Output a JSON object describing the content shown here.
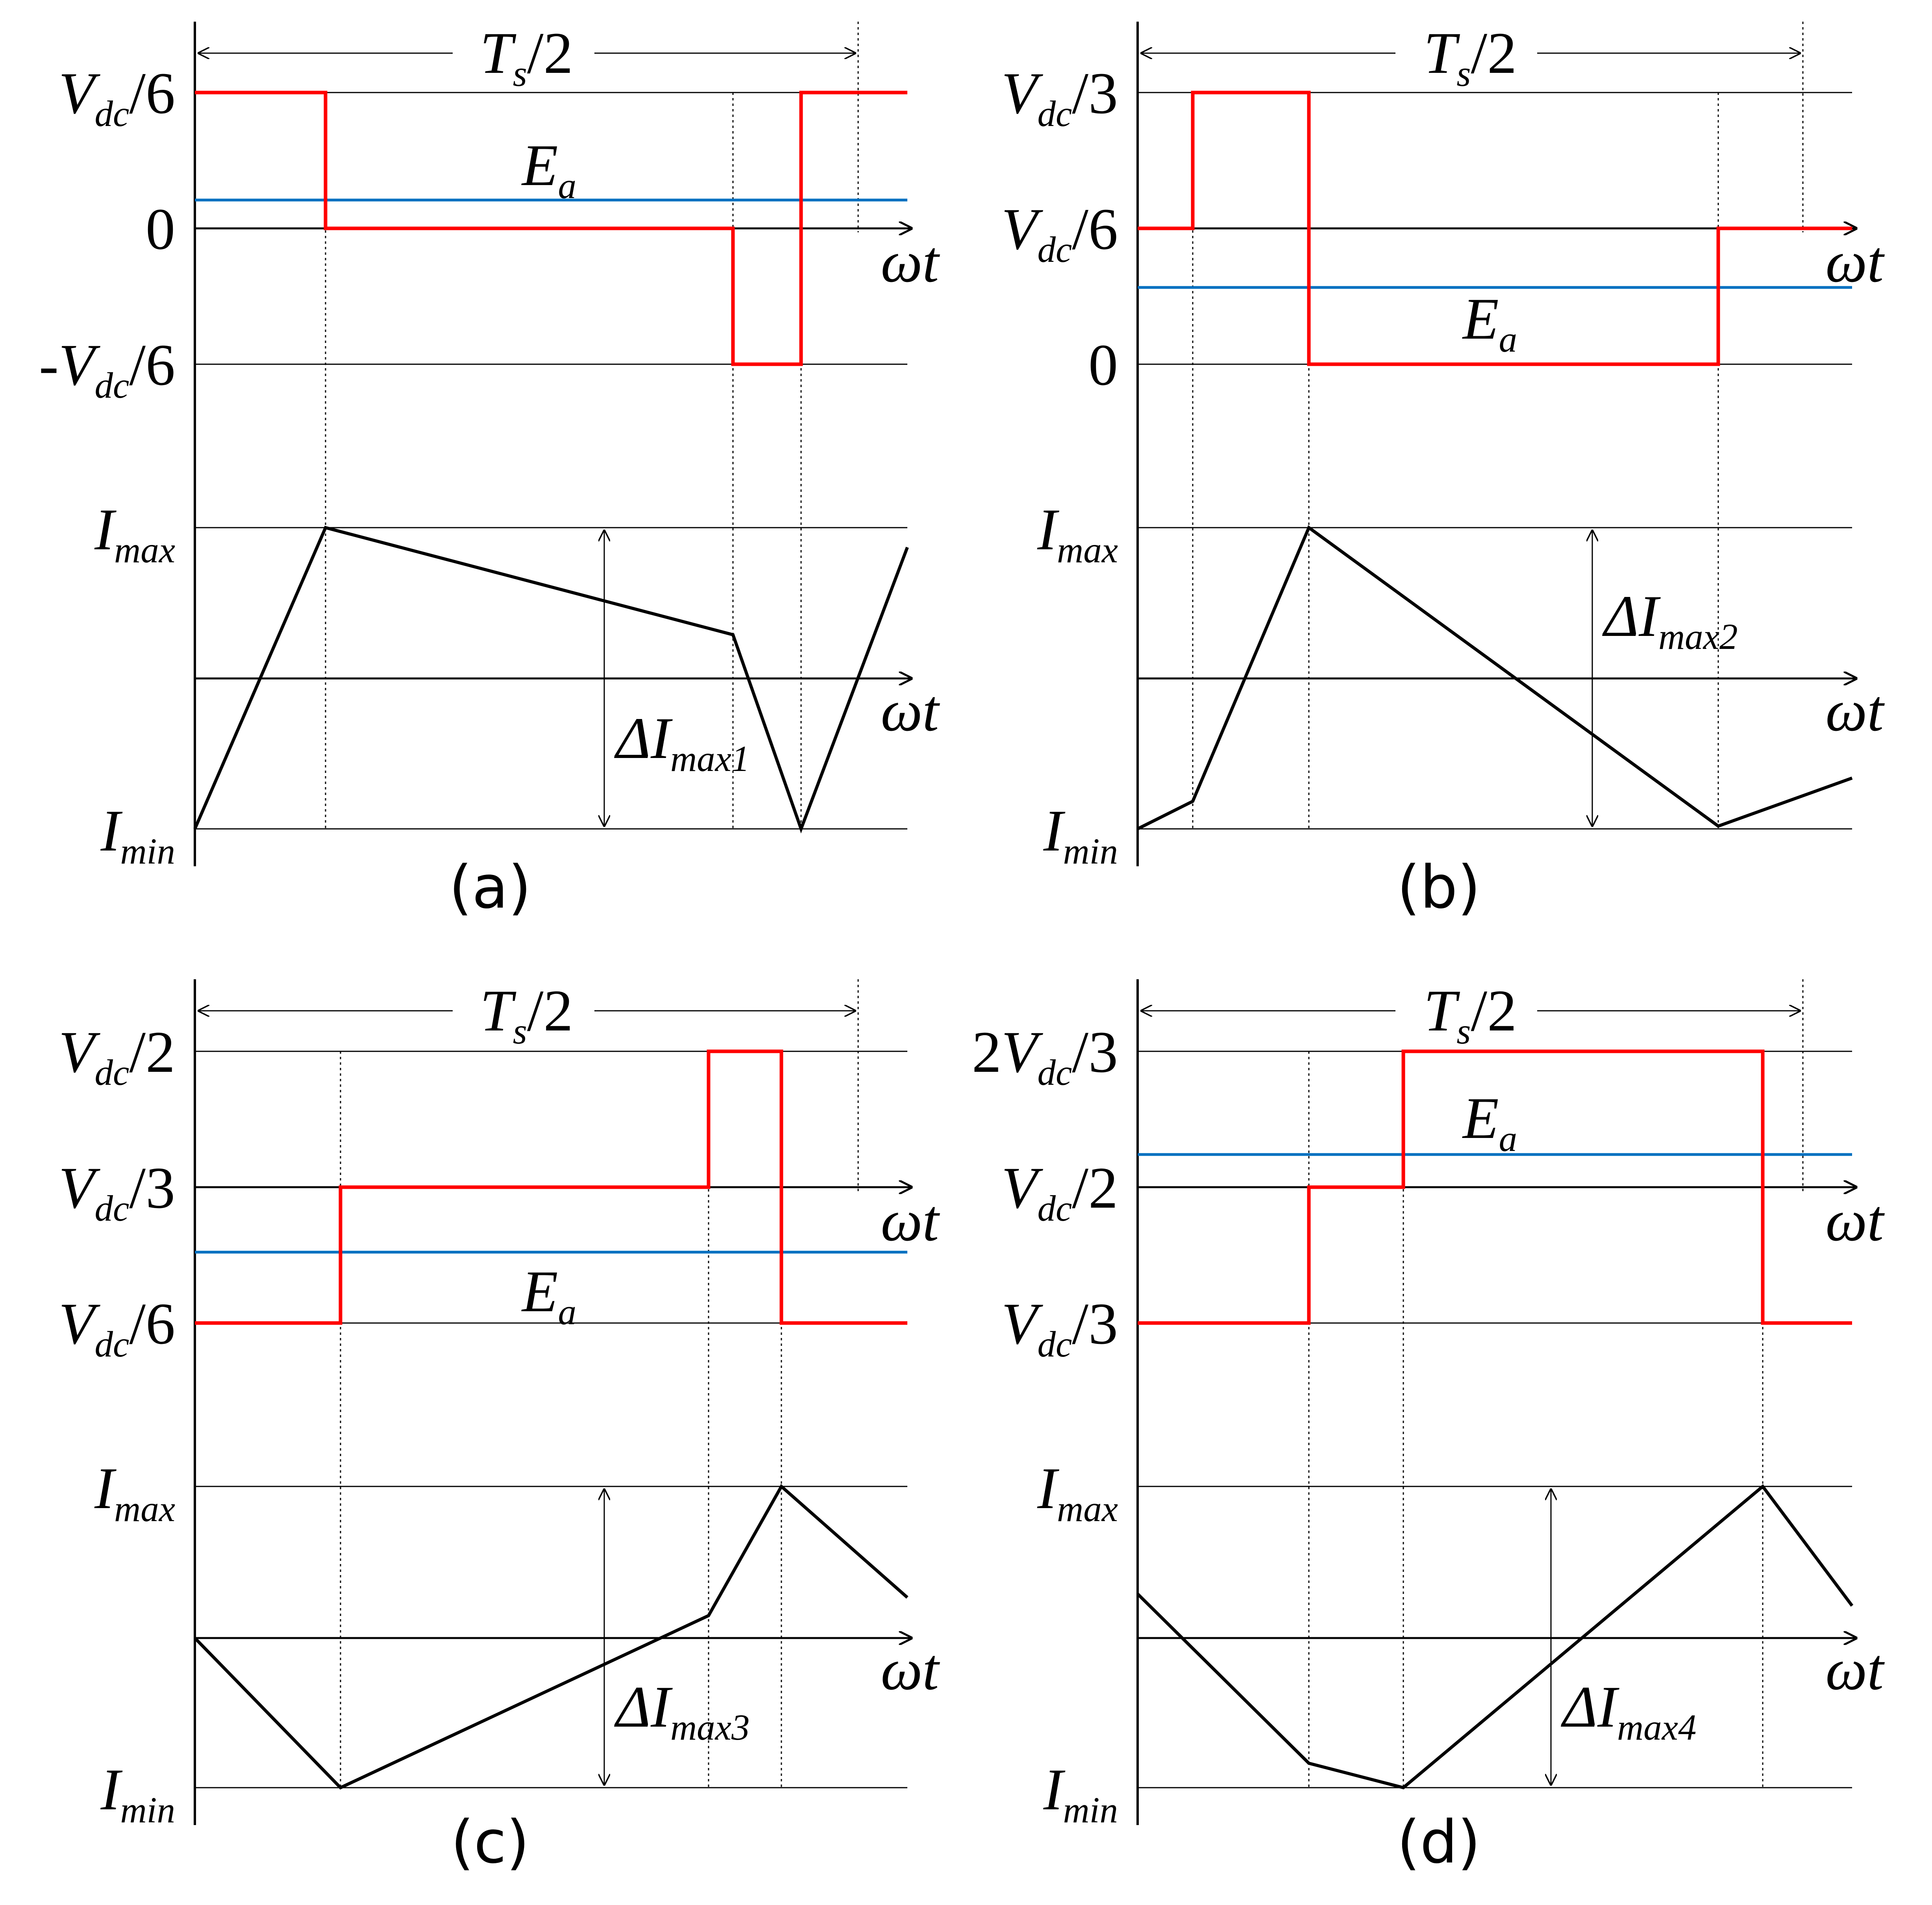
{
  "colors": {
    "switching_voltage": "#ff0000",
    "back_emf": "#0070c0",
    "axes_and_current": "#000000"
  },
  "panels": [
    {
      "id": "a",
      "caption": "(a)",
      "period": {
        "main": "T",
        "sub": "s",
        "suffix": "/2"
      },
      "time_axis_label": "ωt",
      "voltage_levels": [
        {
          "prefix": "",
          "sym": "V",
          "sub": "dc",
          "suffix": "/6"
        },
        {
          "prefix": "0",
          "sym": "",
          "sub": "",
          "suffix": ""
        },
        {
          "prefix": "-",
          "sym": "V",
          "sub": "dc",
          "suffix": "/6"
        }
      ],
      "emf_label": {
        "sym": "E",
        "sub": "a"
      },
      "current_max_label": {
        "sym": "I",
        "sub": "max"
      },
      "current_min_label": {
        "sym": "I",
        "sub": "min"
      },
      "ripple_label": {
        "sym": "ΔI",
        "sub": "max1"
      }
    },
    {
      "id": "b",
      "caption": "(b)",
      "period": {
        "main": "T",
        "sub": "s",
        "suffix": "/2"
      },
      "time_axis_label": "ωt",
      "voltage_levels": [
        {
          "prefix": "",
          "sym": "V",
          "sub": "dc",
          "suffix": "/3"
        },
        {
          "prefix": "",
          "sym": "V",
          "sub": "dc",
          "suffix": "/6"
        },
        {
          "prefix": "0",
          "sym": "",
          "sub": "",
          "suffix": ""
        }
      ],
      "emf_label": {
        "sym": "E",
        "sub": "a"
      },
      "current_max_label": {
        "sym": "I",
        "sub": "max"
      },
      "current_min_label": {
        "sym": "I",
        "sub": "min"
      },
      "ripple_label": {
        "sym": "ΔI",
        "sub": "max2"
      }
    },
    {
      "id": "c",
      "caption": "(c)",
      "period": {
        "main": "T",
        "sub": "s",
        "suffix": "/2"
      },
      "time_axis_label": "ωt",
      "voltage_levels": [
        {
          "prefix": "",
          "sym": "V",
          "sub": "dc",
          "suffix": "/2"
        },
        {
          "prefix": "",
          "sym": "V",
          "sub": "dc",
          "suffix": "/3"
        },
        {
          "prefix": "",
          "sym": "V",
          "sub": "dc",
          "suffix": "/6"
        }
      ],
      "emf_label": {
        "sym": "E",
        "sub": "a"
      },
      "current_max_label": {
        "sym": "I",
        "sub": "max"
      },
      "current_min_label": {
        "sym": "I",
        "sub": "min"
      },
      "ripple_label": {
        "sym": "ΔI",
        "sub": "max3"
      }
    },
    {
      "id": "d",
      "caption": "(d)",
      "period": {
        "main": "T",
        "sub": "s",
        "suffix": "/2"
      },
      "time_axis_label": "ωt",
      "voltage_levels": [
        {
          "prefix": "2",
          "sym": "V",
          "sub": "dc",
          "suffix": "/3"
        },
        {
          "prefix": "",
          "sym": "V",
          "sub": "dc",
          "suffix": "/2"
        },
        {
          "prefix": "",
          "sym": "V",
          "sub": "dc",
          "suffix": "/3"
        }
      ],
      "emf_label": {
        "sym": "E",
        "sub": "a"
      },
      "current_max_label": {
        "sym": "I",
        "sub": "max"
      },
      "current_min_label": {
        "sym": "I",
        "sub": "min"
      },
      "ripple_label": {
        "sym": "ΔI",
        "sub": "max4"
      }
    }
  ]
}
